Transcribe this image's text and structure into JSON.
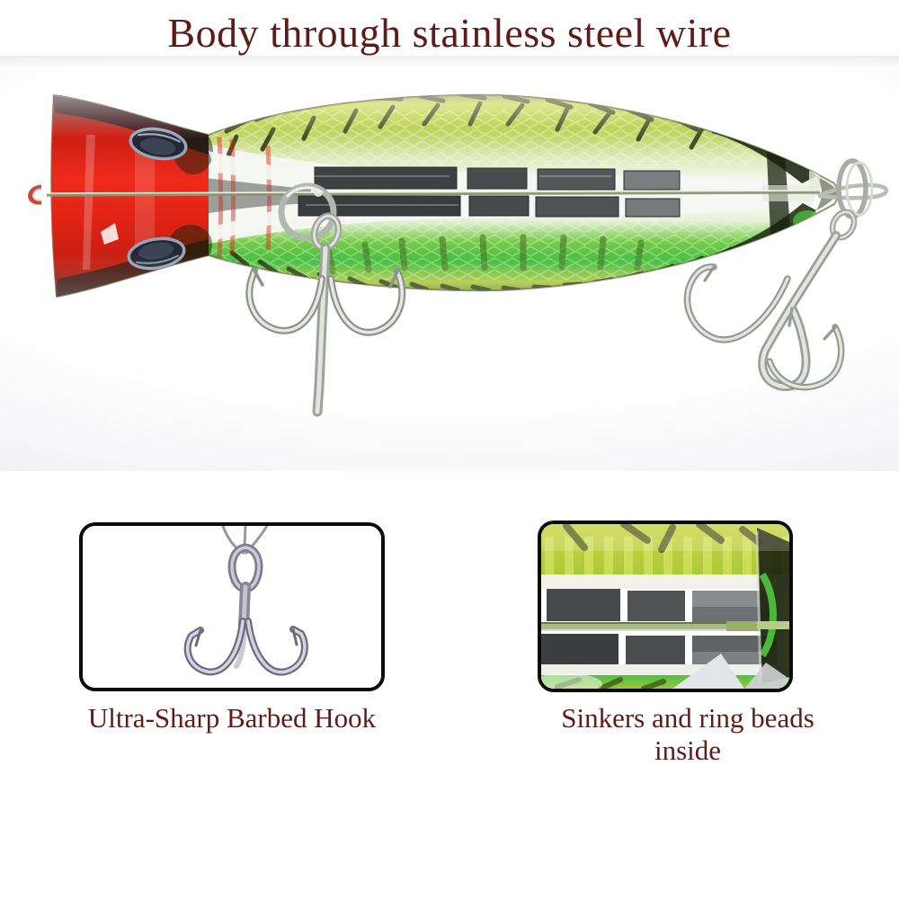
{
  "page": {
    "title": "Body through stainless steel wire",
    "title_color": "#5e1b17",
    "background_color": "#ffffff"
  },
  "lure": {
    "colors": {
      "popper_face_red": "#e0251a",
      "body_green": "#3fbc3e",
      "body_yellow": "#ccd845",
      "belly_stripe_white": "#f6f6f2",
      "sinker_gray": "#4a4b4d",
      "hook_silver": "#c9c5d4",
      "tail_dark": "#1e2610",
      "eye_dark": "#232833"
    }
  },
  "details": [
    {
      "caption": "Ultra-Sharp Barbed Hook"
    },
    {
      "caption": "Sinkers and ring beads inside"
    }
  ],
  "detail_box_border_color": "#0c0c0c"
}
